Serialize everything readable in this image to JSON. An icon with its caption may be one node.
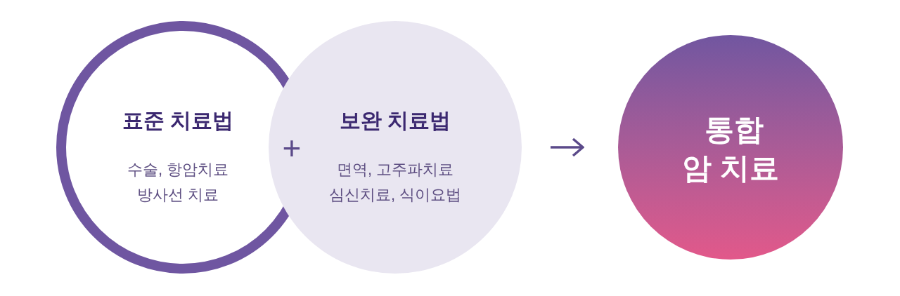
{
  "diagram": {
    "nodes": [
      {
        "text": [
          "표준 치료법",
          "수술, 항암치료 방사선 치료"
        ]
      },
      {
        "text": [
          "보완 치료법",
          "면역, 고주파치료 심신치료, 식이요법"
        ]
      },
      {
        "text": [
          "통합 암 치료"
        ]
      }
    ],
    "edges": [
      {
        "from": 1,
        "to": 2,
        "arrow": "to"
      }
    ],
    "labels": [
      "+"
    ]
  }
}
